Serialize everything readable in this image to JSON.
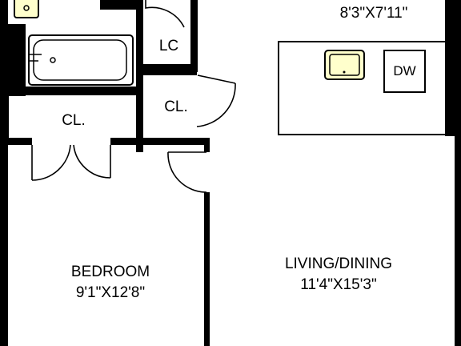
{
  "rooms": {
    "kitchen": {
      "dims": "8'3\"X7'11\""
    },
    "linen_closet": {
      "label": "LC"
    },
    "hall_closet": {
      "label": "CL."
    },
    "bedroom_closet": {
      "label": "CL."
    },
    "dishwasher": {
      "label": "DW"
    },
    "bedroom": {
      "name": "BEDROOM",
      "dims": "9'1\"X12'8\""
    },
    "living_dining": {
      "name": "LIVING/DINING",
      "dims": "11'4\"X15'3\""
    }
  },
  "colors": {
    "wall": "#000000",
    "fixture_fill": "#ffffcc",
    "fixture_stroke": "#000000",
    "background": "#ffffff"
  }
}
